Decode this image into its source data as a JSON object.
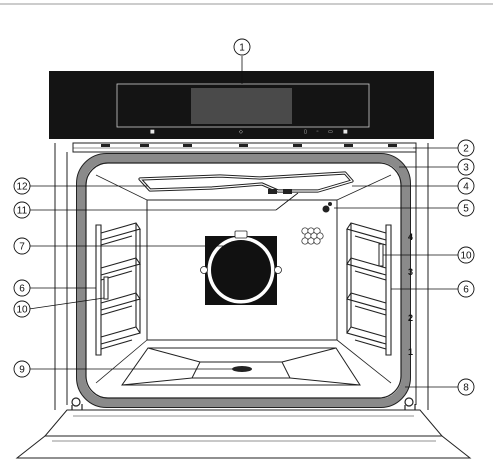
{
  "callouts": [
    "1",
    "2",
    "3",
    "4",
    "5",
    "6",
    "7",
    "8",
    "9",
    "10",
    "11",
    "12"
  ],
  "left_callouts": [
    "12",
    "11",
    "7",
    "6",
    "10",
    "9"
  ],
  "right_callouts": [
    "2",
    "3",
    "4",
    "5",
    "10",
    "6",
    "8"
  ],
  "shelf_levels": [
    "4",
    "3",
    "2",
    "1"
  ],
  "control_panel_symbols": [
    "■",
    "◇",
    "▯",
    "◦",
    "▭",
    "■"
  ]
}
